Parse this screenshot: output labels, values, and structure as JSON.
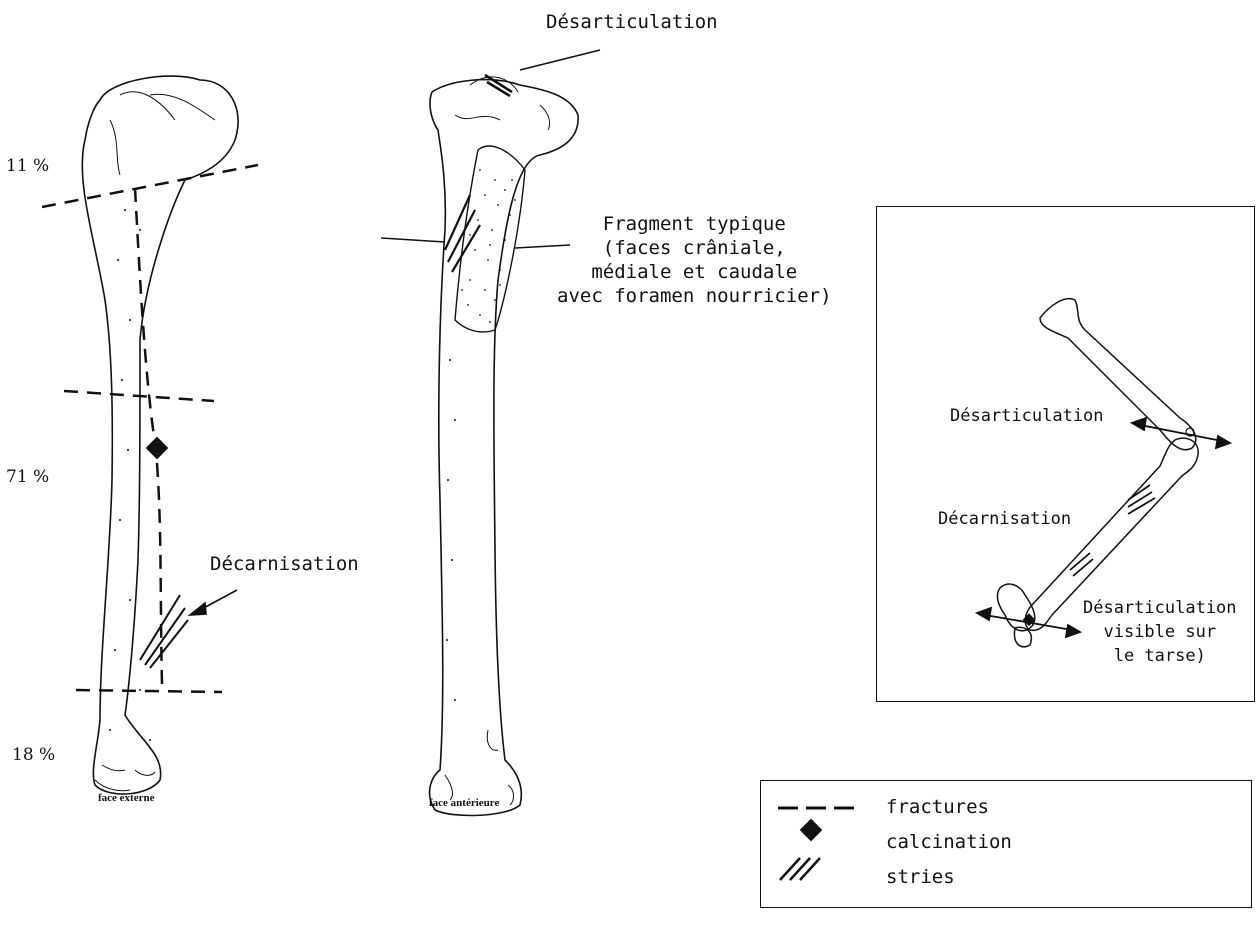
{
  "figure": {
    "percent_labels": [
      "11 %",
      "71 %",
      "18 %"
    ],
    "left_bone": {
      "caption": "face externe",
      "cutmarks_label": "Décarnisation"
    },
    "middle_bone": {
      "caption": "face antérieure",
      "top_label": "Désarticulation",
      "fragment_label": "Fragment typique\n(faces crâniale,\nmédiale et caudale\navec foramen nourricier)"
    },
    "inset": {
      "label_upper": "Désarticulation",
      "label_middle": "Décarnisation",
      "label_lower": "Désarticulation\nvisible sur\nle tarse)"
    },
    "legend": {
      "items": [
        {
          "symbol": "dashed-line",
          "label": "fractures"
        },
        {
          "symbol": "diamond",
          "label": "calcination"
        },
        {
          "symbol": "hatch",
          "label": "stries"
        }
      ]
    },
    "colors": {
      "ink": "#111111",
      "paper": "#ffffff"
    }
  }
}
